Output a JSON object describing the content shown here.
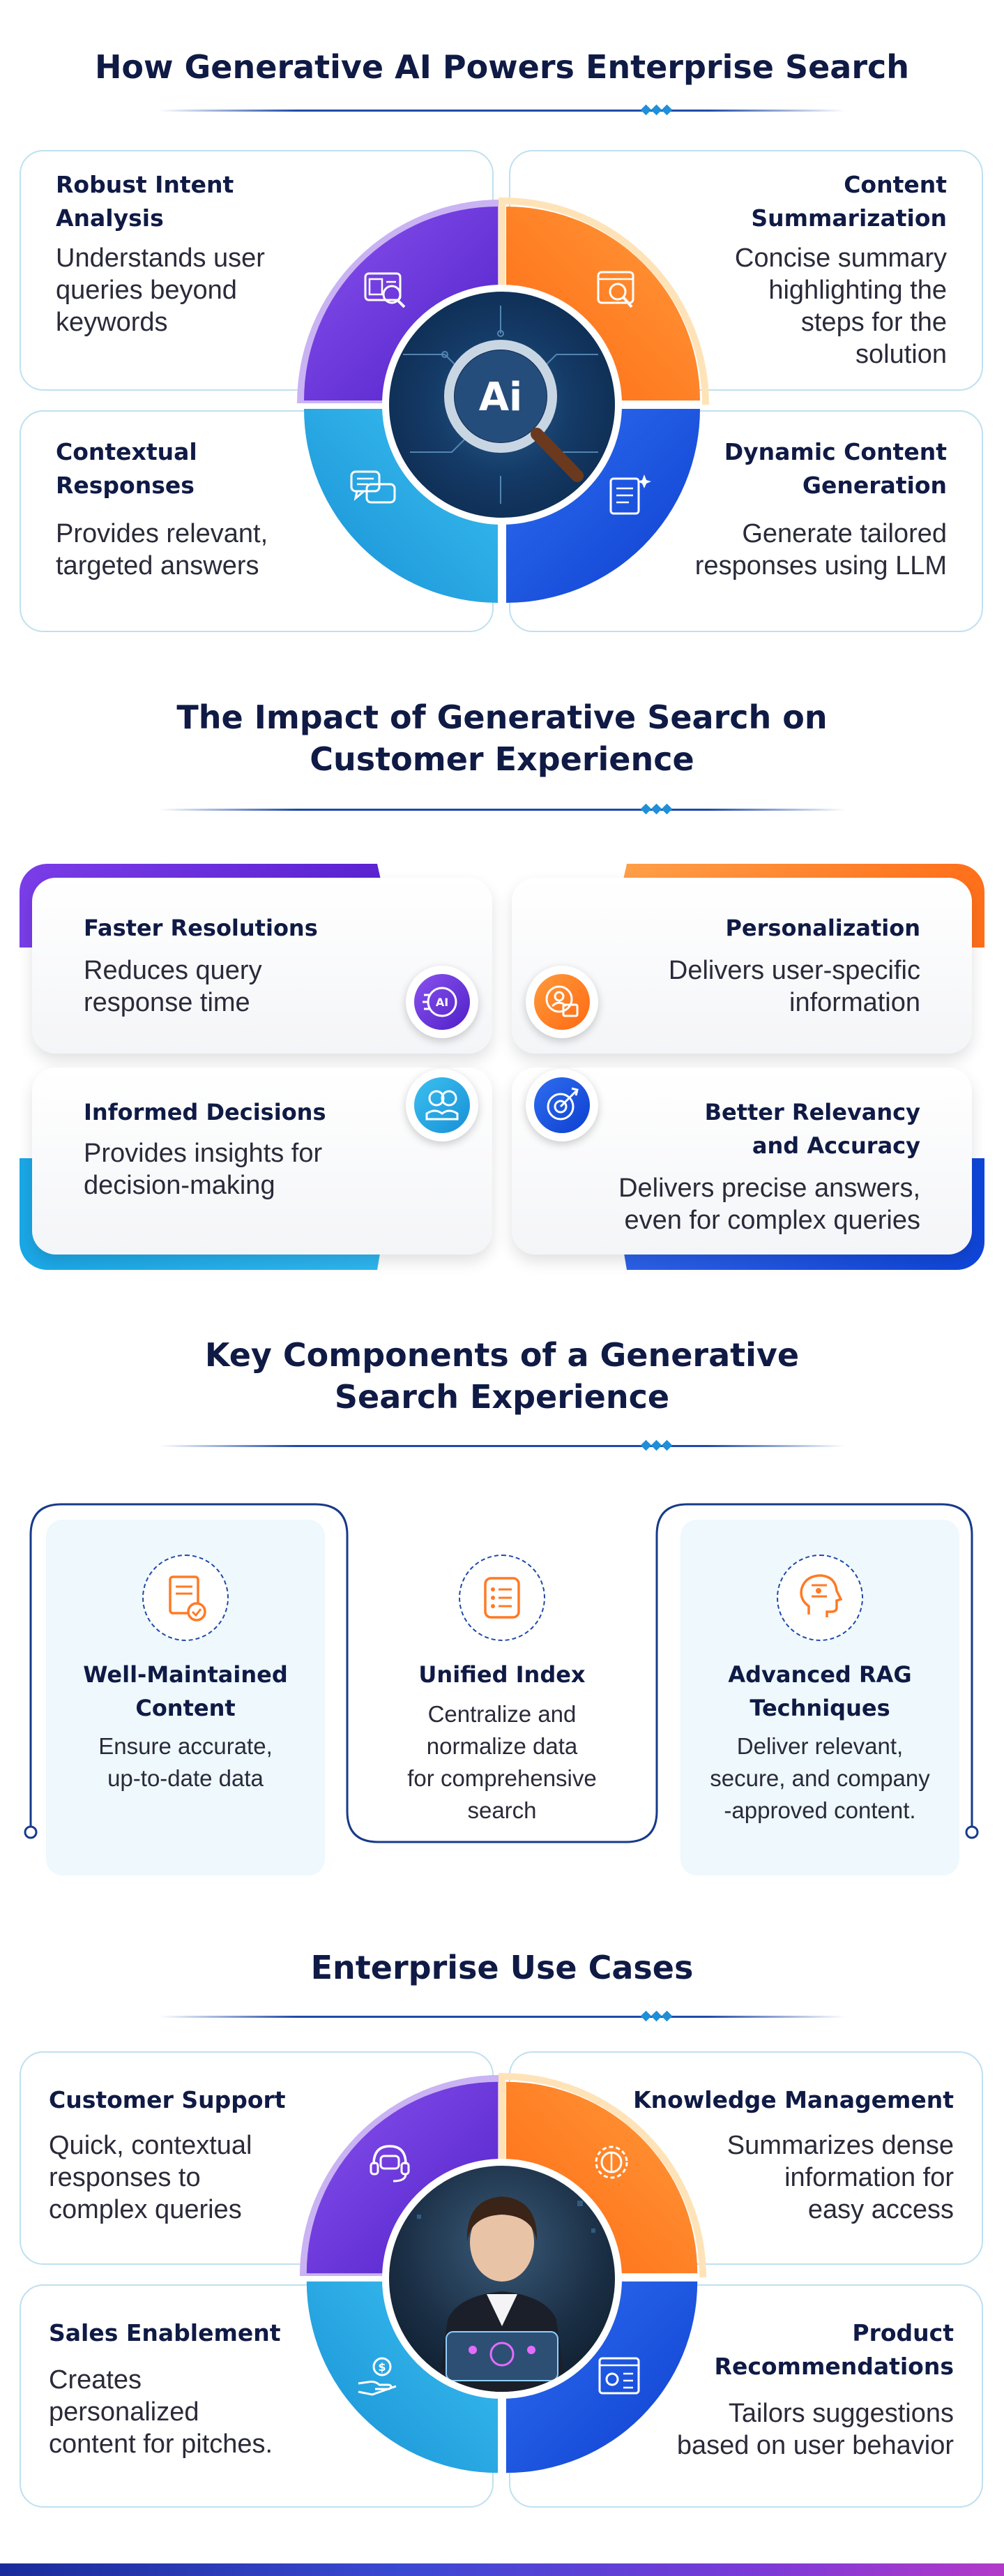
{
  "section1": {
    "title": "How Generative AI Powers Enterprise Search",
    "center_label": "Ai",
    "cards": [
      {
        "heading_l1": "Robust Intent",
        "heading_l2": "Analysis",
        "text_l1": "Understands user",
        "text_l2": "queries beyond",
        "text_l3": "keywords",
        "icon": "analysis-icon"
      },
      {
        "heading_l1": "Content",
        "heading_l2": "Summarization",
        "text_l1": "Concise summary",
        "text_l2": "highlighting the",
        "text_l3": "steps for the",
        "text_l4": "solution",
        "icon": "document-search-icon"
      },
      {
        "heading_l1": "Contextual",
        "heading_l2": "Responses",
        "text_l1": "Provides relevant,",
        "text_l2": "targeted answers",
        "icon": "chat-bubbles-icon"
      },
      {
        "heading_l1": "Dynamic Content",
        "heading_l2": "Generation",
        "text_l1": "Generate tailored",
        "text_l2": "responses using LLM",
        "icon": "document-sparkle-icon"
      }
    ]
  },
  "section2": {
    "title_l1": "The Impact of Generative Search on",
    "title_l2": "Customer Experience",
    "cards": [
      {
        "heading": "Faster Resolutions",
        "text_l1": "Reduces query",
        "text_l2": "response time",
        "icon": "ai-speed-icon",
        "icon_label": "AI"
      },
      {
        "heading": "Personalization",
        "text_l1": "Delivers user-specific",
        "text_l2": "information",
        "icon": "user-profile-icon"
      },
      {
        "heading": "Informed Decisions",
        "text_l1": "Provides insights for",
        "text_l2": "decision-making",
        "icon": "hand-insights-icon"
      },
      {
        "heading_l1": "Better Relevancy",
        "heading_l2": "and Accuracy",
        "text_l1": "Delivers precise answers,",
        "text_l2": "even for complex queries",
        "icon": "target-icon"
      }
    ]
  },
  "section3": {
    "title_l1": "Key Components of a Generative",
    "title_l2": "Search Experience",
    "items": [
      {
        "title_l1": "Well-Maintained",
        "title_l2": "Content",
        "desc_l1": "Ensure accurate,",
        "desc_l2": "up-to-date data",
        "icon": "verified-document-icon"
      },
      {
        "title_l1": "Unified Index",
        "desc_l1": "Centralize and",
        "desc_l2": "normalize data",
        "desc_l3": "for comprehensive",
        "desc_l4": "search",
        "icon": "list-index-icon"
      },
      {
        "title_l1": "Advanced RAG",
        "title_l2": "Techniques",
        "desc_l1": "Deliver relevant,",
        "desc_l2": "secure, and company",
        "desc_l3": "-approved content.",
        "icon": "ai-head-icon"
      }
    ]
  },
  "section4": {
    "title": "Enterprise Use Cases",
    "cards": [
      {
        "heading_l1": "Customer Support",
        "text_l1": "Quick, contextual",
        "text_l2": "responses to",
        "text_l3": "complex queries",
        "icon": "headset-icon"
      },
      {
        "heading_l1": "Knowledge Management",
        "text_l1": "Summarizes dense",
        "text_l2": "information for",
        "text_l3": "easy access",
        "icon": "brain-gear-icon"
      },
      {
        "heading_l1": "Sales Enablement",
        "text_l1": "Creates",
        "text_l2": "personalized",
        "text_l3": "content for pitches.",
        "icon": "hand-money-icon"
      },
      {
        "heading_l1": "Product",
        "heading_l2": "Recommendations",
        "text_l1": "Tailors suggestions",
        "text_l2": "based on user behavior",
        "icon": "dashboard-settings-icon"
      }
    ]
  },
  "colors": {
    "purple": "#6a33d8",
    "orange": "#ff7a24",
    "sky": "#1ea5e3",
    "blue": "#1d57e0",
    "navy": "#0f1a45"
  }
}
